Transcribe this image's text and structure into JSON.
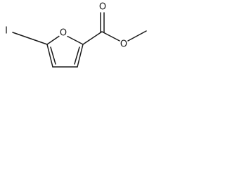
{
  "molecule": {
    "atoms": {
      "ring_oxygen": "O",
      "carbonyl_oxygen": "O",
      "ester_oxygen": "O",
      "iodine": "I"
    },
    "colors": {
      "bond": "#1a1a1a",
      "label": "#1a1a1a",
      "background": "#ffffff"
    }
  }
}
